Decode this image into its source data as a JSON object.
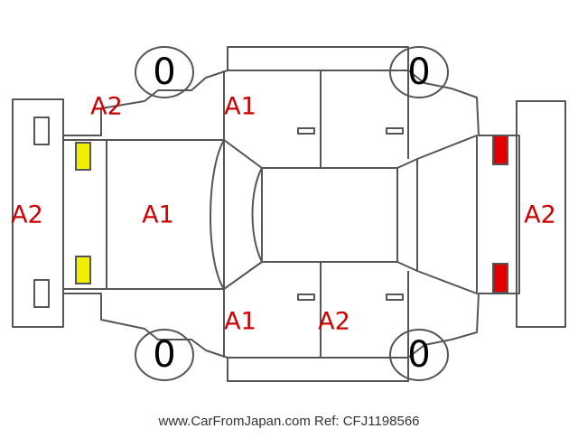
{
  "colors": {
    "outline": "#555555",
    "damage_text": "#cc0000",
    "front_light_fill": "#f2ee00",
    "rear_light_fill": "#e00000"
  },
  "tires": {
    "front_left": "0",
    "rear_left": "0",
    "front_right": "0",
    "rear_right": "0"
  },
  "damage": {
    "front_left_fender": "A2",
    "front_bumper": "A2",
    "hood": "A1",
    "left_front_door": "A1",
    "right_front_door": "A1",
    "right_rear_door": "A2",
    "rear_bumper": "A2"
  },
  "footer": "www.CarFromJapan.com Ref: CFJ1198566"
}
